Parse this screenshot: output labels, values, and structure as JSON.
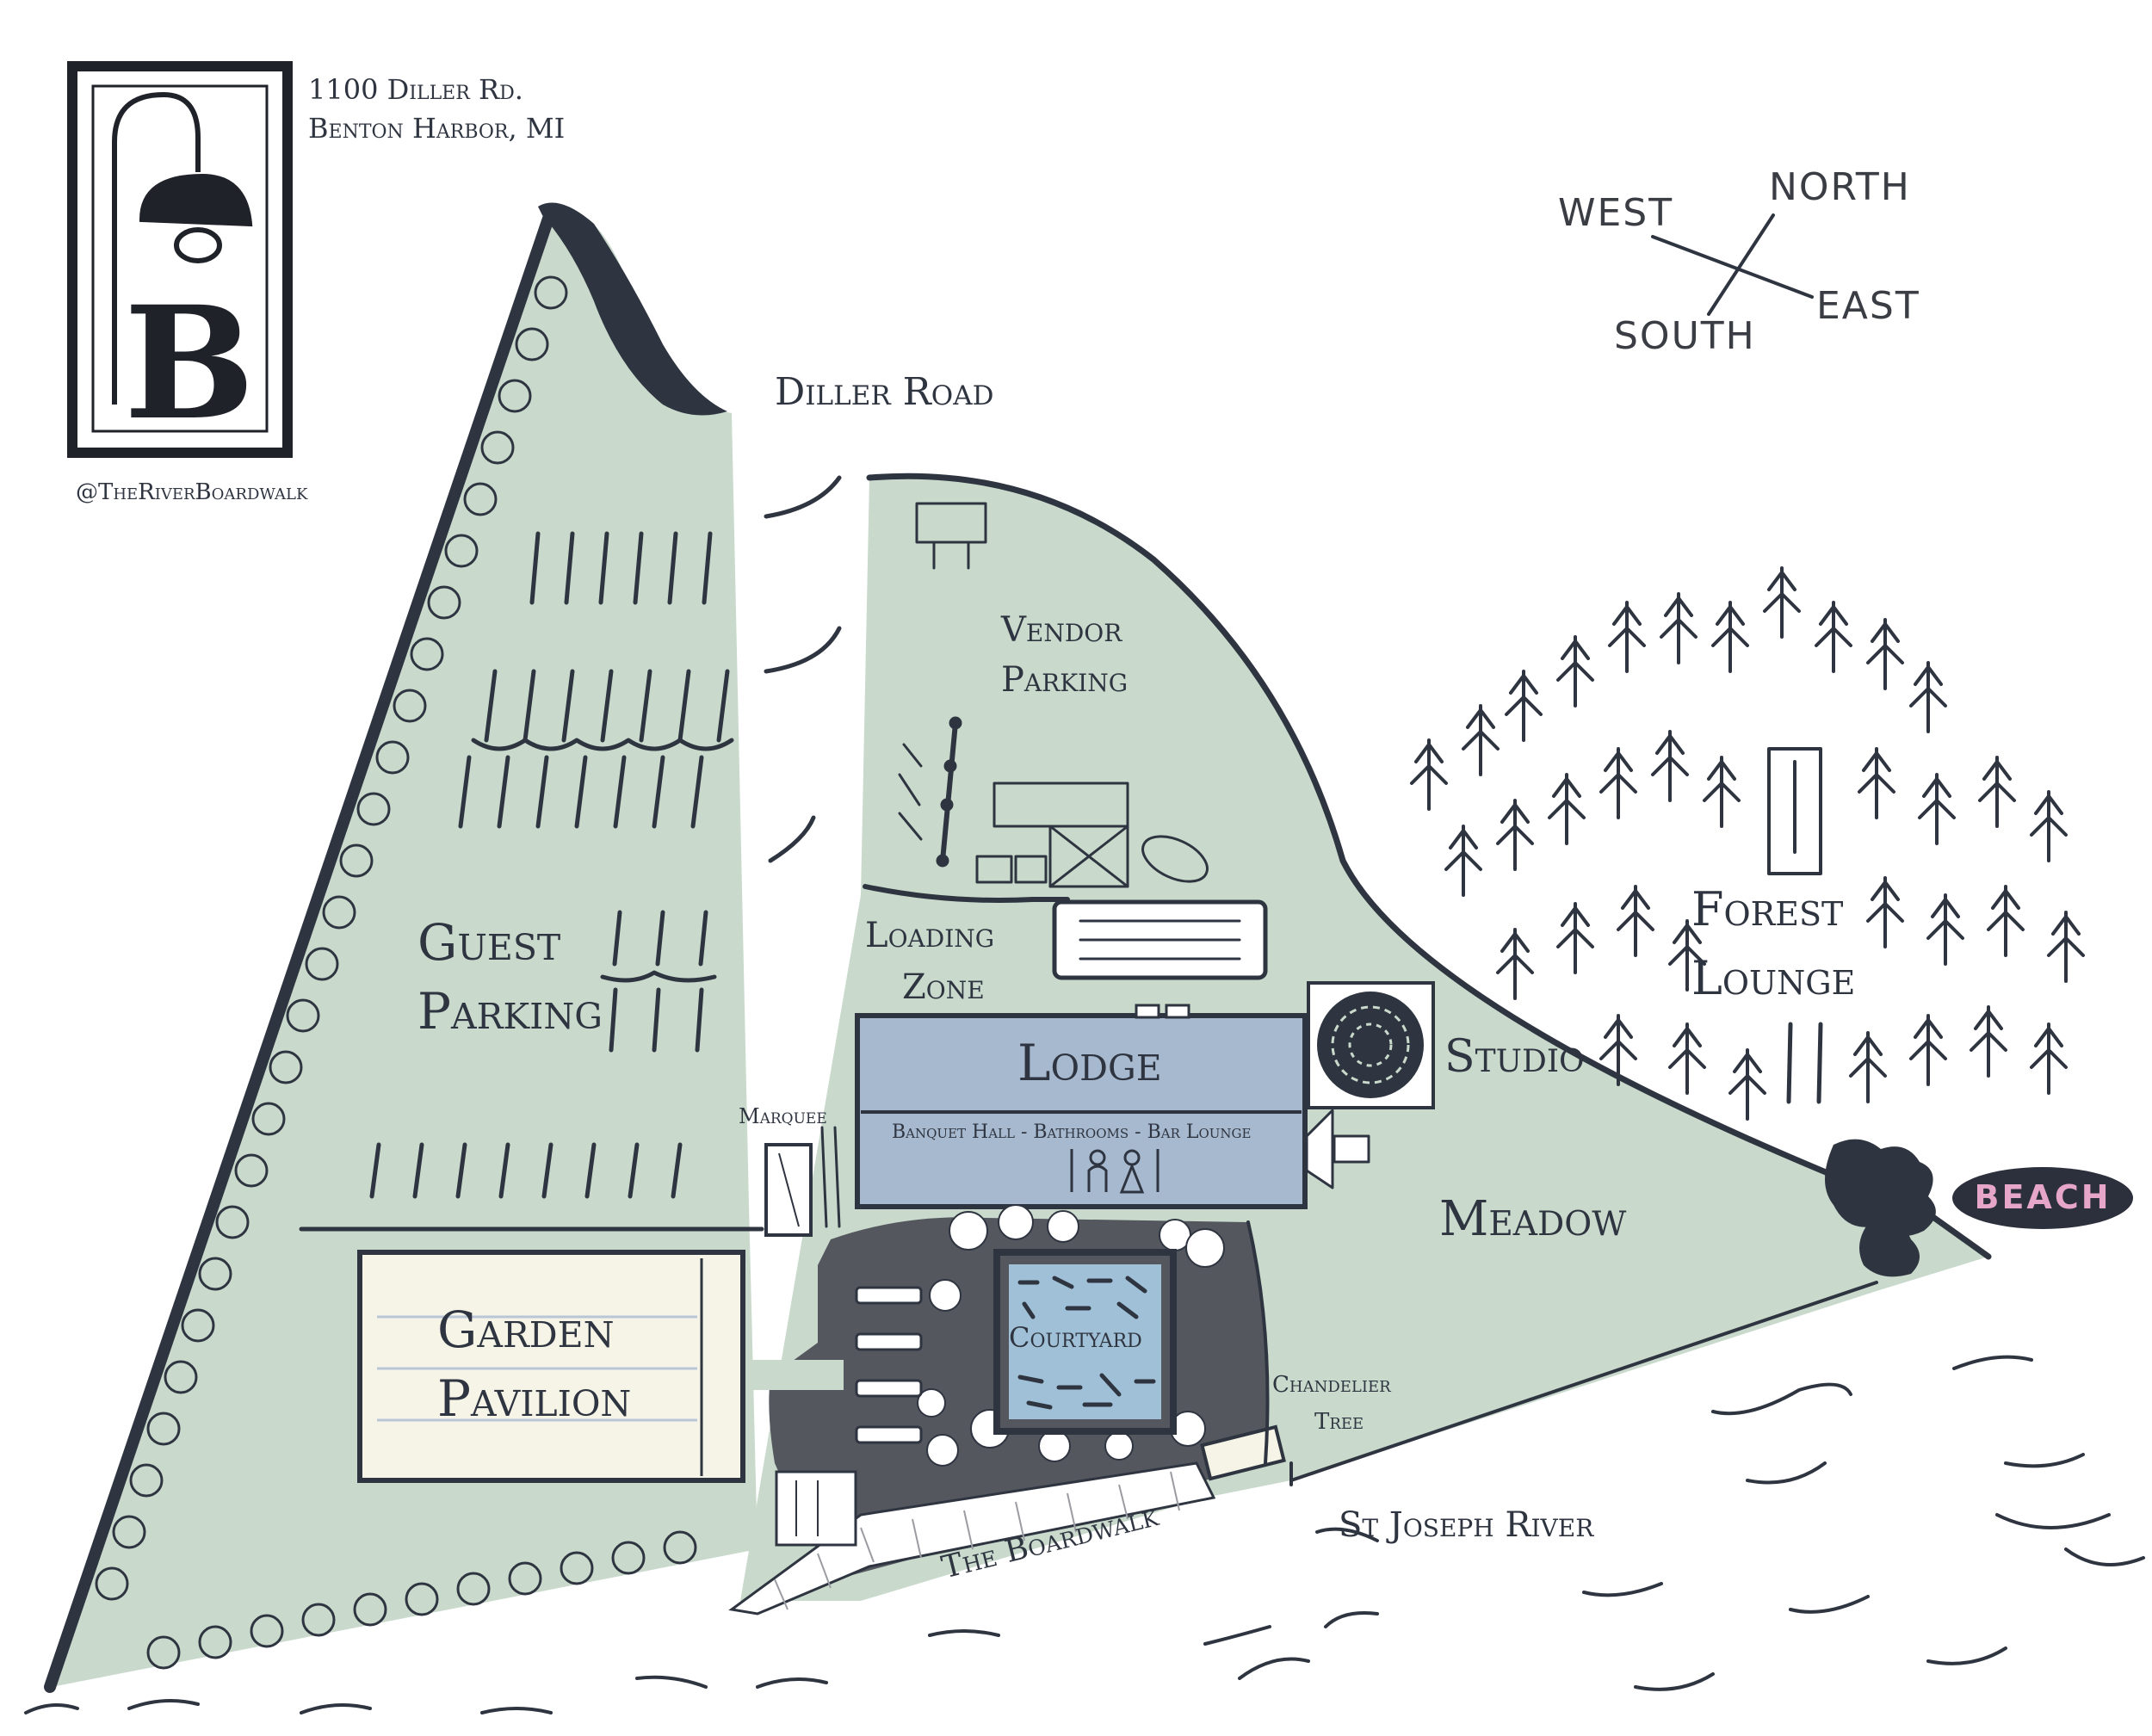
{
  "venue": {
    "address_line1": "1100 Diller Rd.",
    "address_line2": "Benton Harbor, MI",
    "handle": "@TheRiverBoardwalk",
    "logo_letter": "B"
  },
  "compass": {
    "west": "WEST",
    "north": "NORTH",
    "south": "SOUTH",
    "east": "EAST"
  },
  "labels": {
    "diller_road": "Diller Road",
    "vendor_parking_1": "Vendor",
    "vendor_parking_2": "Parking",
    "guest_parking_1": "Guest",
    "guest_parking_2": "Parking",
    "loading_zone_1": "Loading",
    "loading_zone_2": "Zone",
    "lodge": "Lodge",
    "lodge_sub": "Banquet Hall - Bathrooms - Bar Lounge",
    "studio": "Studio",
    "forest_lounge_1": "Forest",
    "forest_lounge_2": "Lounge",
    "meadow": "Meadow",
    "beach": "BEACH",
    "marquee": "Marquee",
    "garden_pavilion_1": "Garden",
    "garden_pavilion_2": "Pavilion",
    "courtyard": "Courtyard",
    "chandelier_tree_1": "Chandelier",
    "chandelier_tree_2": "Tree",
    "boardwalk": "The Boardwalk",
    "river": "St Joseph River"
  },
  "colors": {
    "grass": "#c9dacd",
    "outline": "#2f3540",
    "lodge": "#a7b9cf",
    "pavilion": "#f6f4e6",
    "courtyard_paving": "#55575f",
    "pool": "#9fc0d6",
    "beach_badge": "#2c2f3c",
    "beach_text": "#e6a6c9",
    "hedge": "#c9dacd"
  }
}
